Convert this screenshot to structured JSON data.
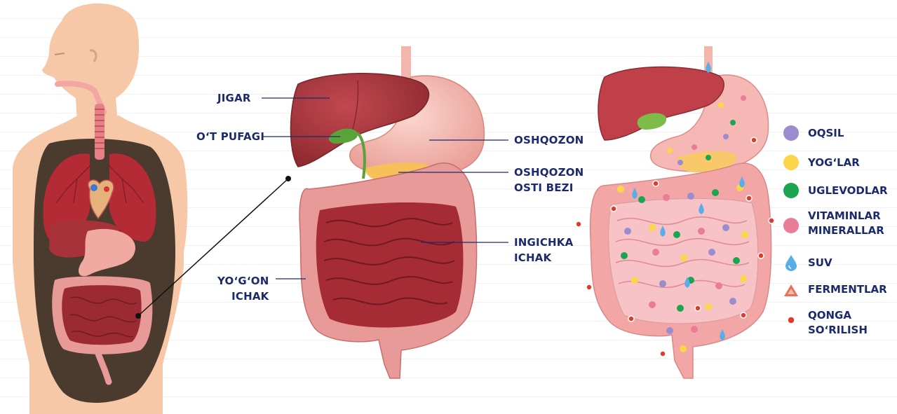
{
  "labels": {
    "liver": "JIGAR",
    "gallbladder": "O‘T PUFAGI",
    "large_intestine": [
      "YO‘G‘ON",
      "ICHAK"
    ],
    "stomach": "OSHQOZON",
    "pancreas": [
      "OSHQOZON",
      "OSTI BEZI"
    ],
    "small_intestine": [
      "INGICHKA",
      "ICHAK"
    ]
  },
  "legend": [
    {
      "label": [
        "OQSIL"
      ],
      "icon": "purple-dot-icon",
      "color": "#9b8ccf"
    },
    {
      "label": [
        "YOG‘LAR"
      ],
      "icon": "yellow-dot-icon",
      "color": "#fbd54a"
    },
    {
      "label": [
        "UGLEVODLAR"
      ],
      "icon": "green-dot-icon",
      "color": "#1aa551"
    },
    {
      "label": [
        "VITAMINLAR",
        "MINERALLAR"
      ],
      "icon": "pink-dot-icon",
      "color": "#ea7c97"
    },
    {
      "label": [
        "SUV"
      ],
      "icon": "water-drop-icon",
      "color": "#5aaee8"
    },
    {
      "label": [
        "FERMENTLAR"
      ],
      "icon": "triangle-icon",
      "color": "#e8705e"
    },
    {
      "label": [
        "QONGA",
        "SO‘RILISH"
      ],
      "icon": "red-dot-icon",
      "color": "#e03a2a"
    }
  ],
  "colors": {
    "label_text": "#1b2a6b",
    "liver": "#a8323a",
    "intestine_small": "#9b2a33",
    "intestine_large": "#e89a98",
    "stomach": "#f0aaa2",
    "gallbladder": "#5aa33a",
    "pancreas": "#f7c15a",
    "skin": "#f6c8a8",
    "body_cavity": "#4b3a2e"
  }
}
